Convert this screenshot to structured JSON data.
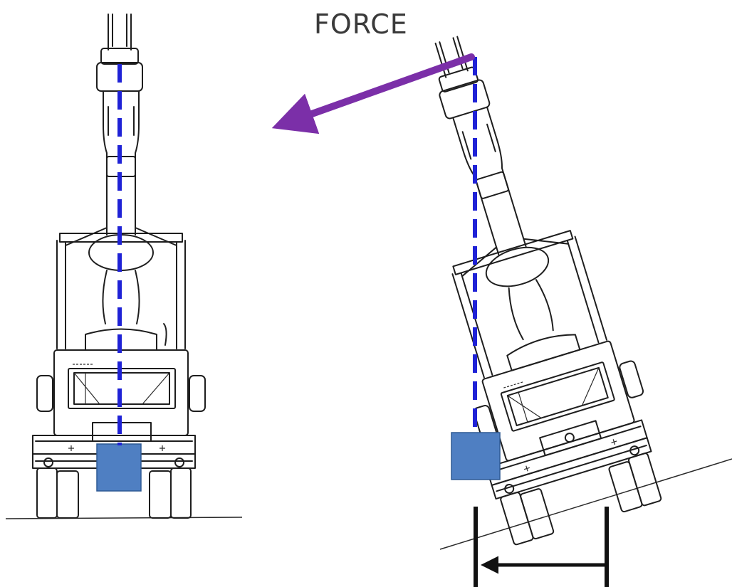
{
  "diagram": {
    "label_force": "FORCE",
    "colors": {
      "centerline": "#1f22d6",
      "force_arrow": "#7b2fa8",
      "counterweight": "#4f7fc2",
      "counterweight_stroke": "#2e5a94",
      "offset_marker": "#111111"
    },
    "figures": [
      "crane-level",
      "crane-tilted"
    ]
  }
}
